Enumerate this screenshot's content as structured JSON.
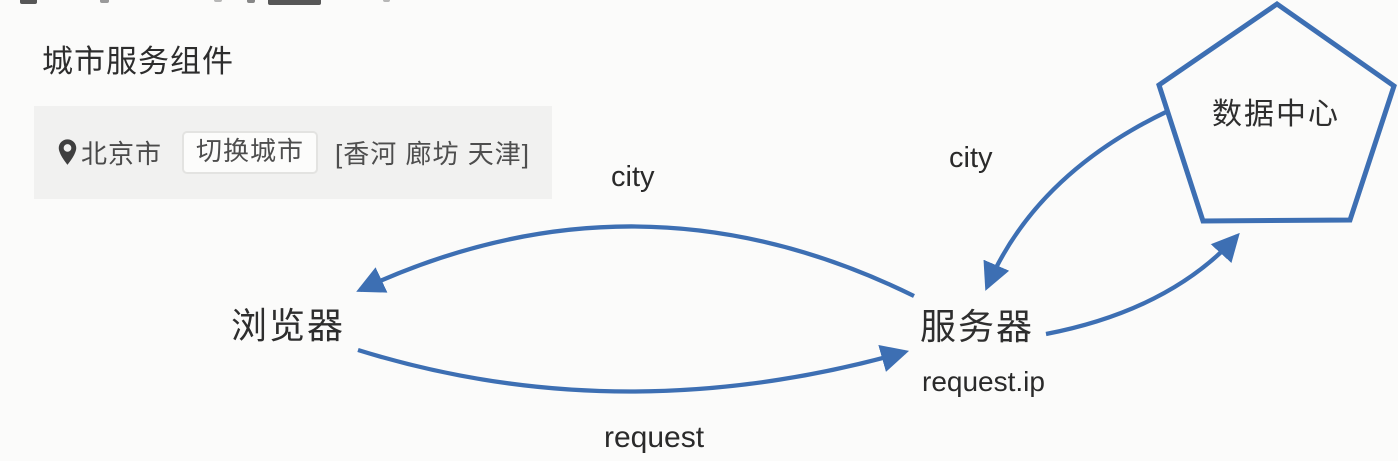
{
  "header": {
    "title": "城市服务组件"
  },
  "location_bar": {
    "pin_icon": "location-pin",
    "current_city": "北京市",
    "switch_city_button": "切换城市",
    "nearby_cities": "[香河 廊坊 天津]"
  },
  "diagram": {
    "nodes": {
      "browser": {
        "label": "浏览器"
      },
      "server": {
        "label": "服务器"
      },
      "datacenter": {
        "label": "数据中心",
        "shape": "pentagon"
      }
    },
    "edge_labels": {
      "city_server_to_browser": "city",
      "city_datacenter_to_server": "city",
      "request_browser_to_server": "request",
      "request_ip_server_to_datacenter": "request.ip"
    },
    "edges": [
      {
        "from": "browser",
        "to": "server",
        "label": "request"
      },
      {
        "from": "server",
        "to": "datacenter",
        "label": "request.ip"
      },
      {
        "from": "datacenter",
        "to": "server",
        "label": "city"
      },
      {
        "from": "server",
        "to": "browser",
        "label": "city"
      }
    ],
    "colors": {
      "arrow_blue": "#3d6fb3",
      "text_dark": "#2e2e2e",
      "widget_background": "#f1f1f0"
    }
  }
}
